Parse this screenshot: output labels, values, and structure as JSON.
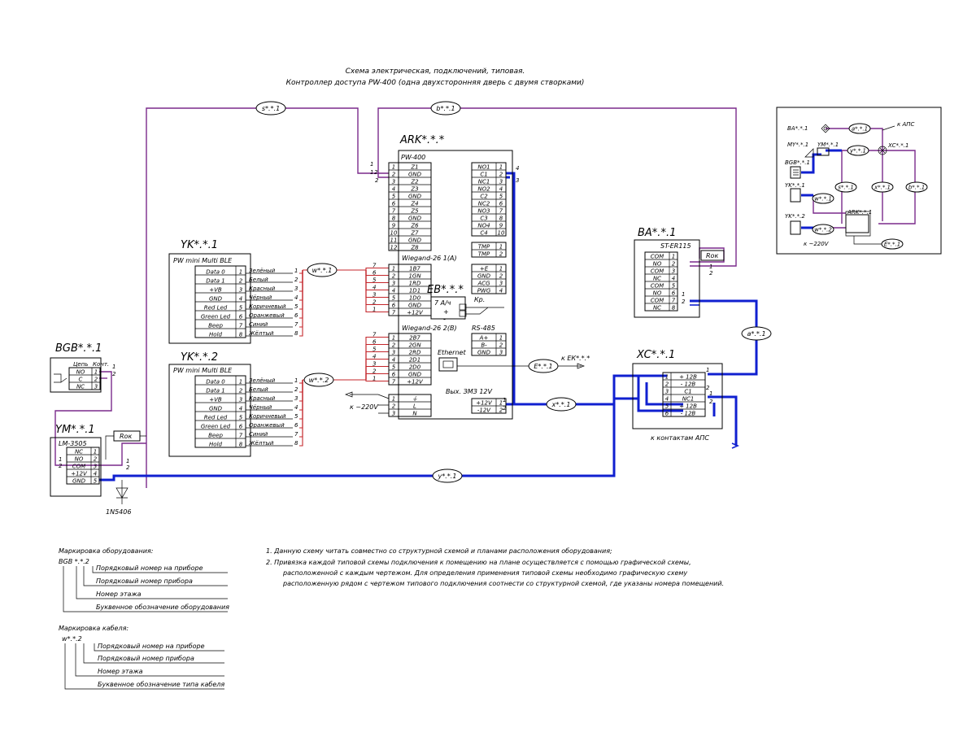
{
  "title": {
    "line1": "Схема электрическая,  подключений, типовая.",
    "line2": "Контроллер доступа PW-400 (одна двухсторонняя дверь с двумя створками)"
  },
  "colors": {
    "purple": "#7a2a8c",
    "red": "#c4262b",
    "blue": "#1020d0"
  },
  "ark": {
    "ref": "ARK*.*.*",
    "model": "PW-400",
    "terminals_left": [
      "Z1",
      "GND",
      "Z2",
      "Z3",
      "GND",
      "Z4",
      "Z5",
      "GND",
      "Z6",
      "Z7",
      "GND",
      "Z8"
    ],
    "terminals_left_nums": [
      "1",
      "2",
      "3",
      "4",
      "5",
      "6",
      "7",
      "8",
      "9",
      "10",
      "11",
      "12"
    ],
    "relays": [
      "NO1",
      "C1",
      "NC1",
      "NO2",
      "C2",
      "NC2",
      "NO3",
      "C3",
      "NO4",
      "C4"
    ],
    "relay_nums": [
      "1",
      "2",
      "3",
      "4",
      "5",
      "6",
      "7",
      "8",
      "9",
      "10"
    ],
    "tmp": [
      "TMP",
      "TMP"
    ],
    "power_out": [
      "+E",
      "GND",
      "ACG",
      "PWG"
    ],
    "w1_title": "Wiegand-26 1(A)",
    "w1_pins": [
      "1B7",
      "1GN",
      "1RD",
      "1D1",
      "1D0",
      "GND",
      "+12V"
    ],
    "w2_title": "Wiegand-26 2(B)",
    "w2_pins": [
      "2B7",
      "2GN",
      "2RD",
      "2D1",
      "2D0",
      "GND",
      "+12V"
    ],
    "rs485": "RS-485",
    "rs485_pins": [
      "A+",
      "B-",
      "GND"
    ],
    "ethernet": "Ethernet",
    "power_in": "~220V",
    "power_in_pins": [
      "⏚",
      "L",
      "N"
    ],
    "vyh": "Вых. ЗМЗ 12V",
    "vyh_pins": [
      "+12V",
      "-12V"
    ]
  },
  "eb": {
    "ref": "EB*.*.*",
    "label": "7 А/ч",
    "kr": "Кр."
  },
  "yk1": {
    "ref": "YK*.*.1",
    "model": "PW mini Multi BLE"
  },
  "yk2": {
    "ref": "YK*.*.2",
    "model": "PW mini Multi BLE"
  },
  "yk_pins": [
    "Data 0",
    "Data 1",
    "+VB",
    "GND",
    "Red Led",
    "Green Led",
    "Beep",
    "Hold"
  ],
  "wire_colors": [
    "Зелёный",
    "Белый",
    "Красный",
    "Чёрный",
    "Коричневый",
    "Оранжевый",
    "Синий",
    "Жёлтый"
  ],
  "bgb": {
    "ref": "BGB*.*.1",
    "header": "Цепь",
    "header2": "Конт.",
    "pins": [
      "NO",
      "C",
      "NC"
    ]
  },
  "ym": {
    "ref": "YM*.*.1",
    "model": "LM-3505",
    "pins": [
      "NC",
      "NO",
      "COM",
      "+12V",
      "GND"
    ],
    "diode": "1N5406",
    "rok": "Rок"
  },
  "ba": {
    "ref": "BA*.*.1",
    "model": "ST-ER115",
    "pins": [
      "COM",
      "NO",
      "COM",
      "NC",
      "COM",
      "NO",
      "COM",
      "NC"
    ],
    "rok": "Rок"
  },
  "xc": {
    "ref": "XC*.*.1",
    "pins": [
      "+ 12В",
      "- 12В",
      "C1",
      "NC1",
      "+ 12В",
      "- 12В"
    ],
    "note": "к контактам АПС"
  },
  "cables": {
    "s": "s*.*.1",
    "b": "b*.*.1",
    "w1": "w*.*.1",
    "w2": "w*.*.2",
    "e": "E*.*.1",
    "x": "x*.*.1",
    "a": "a*.*.1",
    "y": "y*.*.1"
  },
  "ek": "к ЕК*.*.*",
  "k220": "к ~220V",
  "inset": {
    "ba": "BA*.*.1",
    "my": "MY*.*.1",
    "ym": "YM*.*.1",
    "bgb": "BGB*.*.1",
    "yk1": "YK*.*.1",
    "yk2": "YK*.*.2",
    "ark": "ARK*.*.1",
    "xc": "XC*.*.1",
    "aps": "к АПС",
    "k220": "к ~220V",
    "tags": [
      "a*.*.1",
      "y*.*.1",
      "s*.*.1",
      "x*.*.1",
      "b*.*.1",
      "w*.*.1",
      "w*.*.2",
      "E*.*.1"
    ]
  },
  "legend_equip": {
    "title": "Маркировка оборудования:",
    "code": "BGB *.*.2",
    "lines": [
      "Порядковый номер на приборе",
      "Порядковый номер прибора",
      "Номер этажа",
      "Буквенное обозначение оборудования"
    ]
  },
  "legend_cable": {
    "title": "Маркировка кабеля:",
    "code": "w*.*.2",
    "lines": [
      "Порядковый номер на приборе",
      "Порядковый номер прибора",
      "Номер этажа",
      "Буквенное обозначение типа кабеля"
    ]
  },
  "notes": [
    "1.    Данную схему читать совместно со структурной схемой и планами расположения оборудования;",
    "2.    Привязка каждой типовой схемы подключения к помещению на плане осуществляется с помощью графической схемы,",
    "расположенной с каждым чертежом. Для определения применения типовой схемы необходимо графическую схему",
    "расположенную рядом с чертежом типового подключения соотнести со структурной схемой, где указаны номера помещений."
  ]
}
